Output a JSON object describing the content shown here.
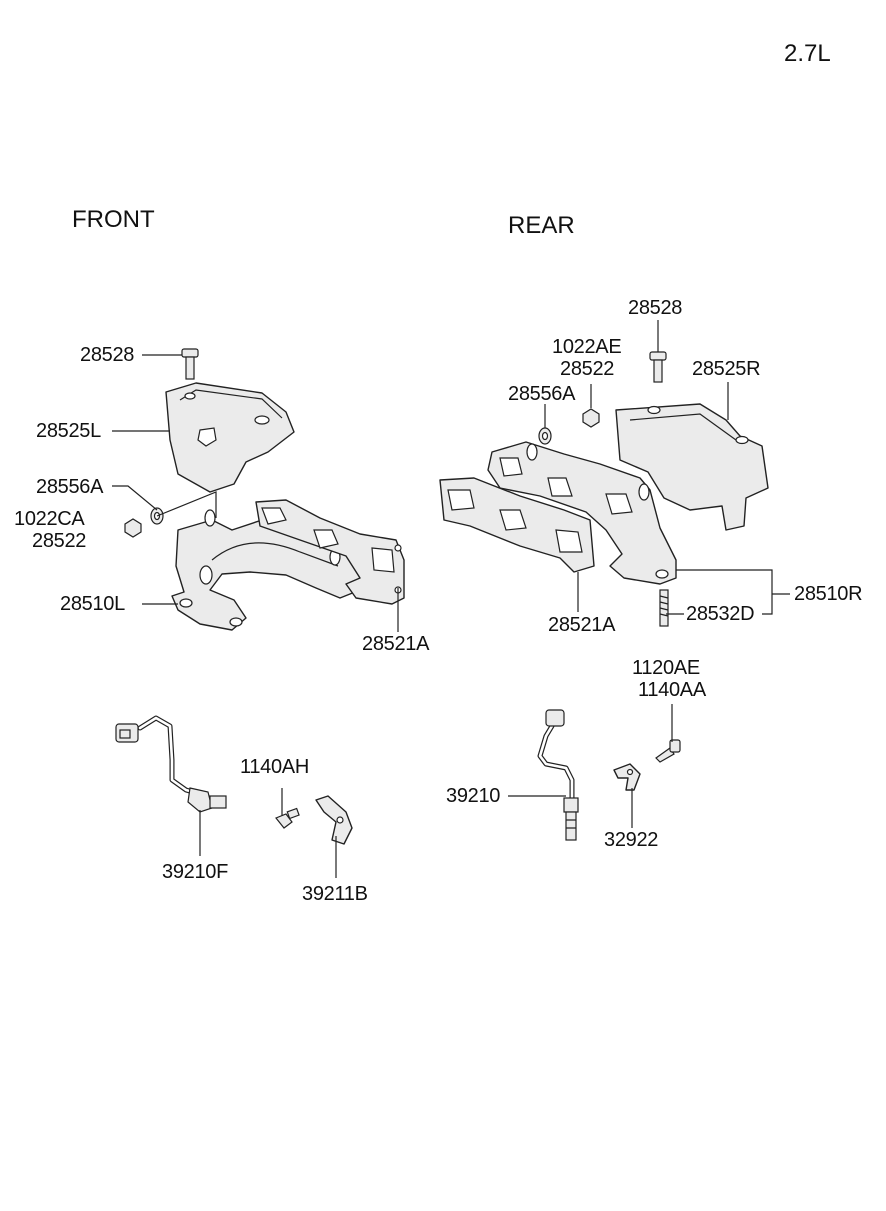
{
  "engine": "2.7L",
  "sections": {
    "front": "FRONT",
    "rear": "REAR"
  },
  "front_labels": {
    "p28528": "28528",
    "p28525L": "28525L",
    "p28556A": "28556A",
    "p1022CA": "1022CA",
    "p28522": "28522",
    "p28510L": "28510L",
    "p28521A": "28521A",
    "p1140AH": "1140AH",
    "p39210F": "39210F",
    "p39211B": "39211B"
  },
  "rear_labels": {
    "p28528": "28528",
    "p1022AE": "1022AE",
    "p28522": "28522",
    "p28525R": "28525R",
    "p28556A": "28556A",
    "p28510R": "28510R",
    "p28532D": "28532D",
    "p28521A": "28521A",
    "p1120AE": "1120AE",
    "p1140AA": "1140AA",
    "p39210": "39210",
    "p32922": "32922"
  }
}
